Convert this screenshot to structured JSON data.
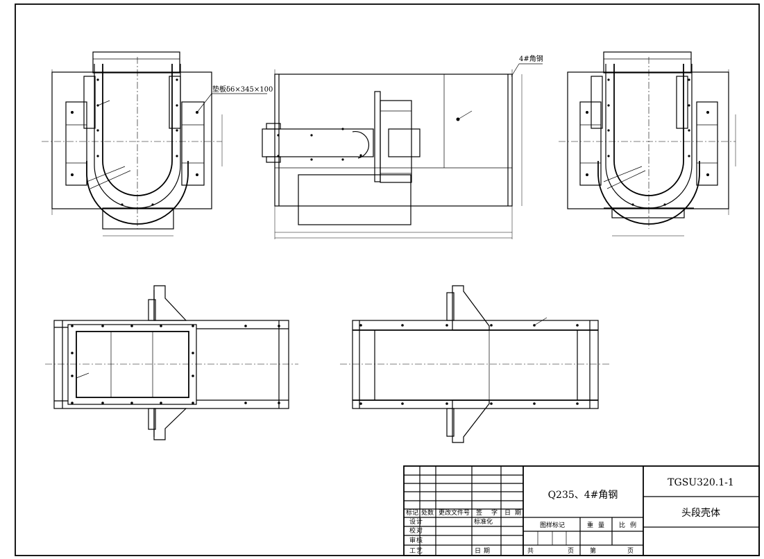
{
  "annotations": {
    "angle_steel_label": "4#角钢",
    "pad_plate_label": "垫板δ6×345×100"
  },
  "title_block": {
    "material": "Q235、4#角钢",
    "drawing_no": "TGSU320.1-1",
    "part_name": "头段壳体",
    "rev_headers": [
      "标记",
      "处数",
      "更改文件号",
      "签",
      "字",
      "日",
      "期"
    ],
    "roles": [
      "设",
      "计",
      "校",
      "对",
      "审",
      "核",
      "工",
      "艺"
    ],
    "standardization": "标准化",
    "date_label": "日",
    "date_label2": "期",
    "pattern_mark": "图样标记",
    "weight": "重",
    "weight2": "量",
    "scale": "比",
    "scale2": "例",
    "total": "共",
    "page": "页",
    "sheet": "第",
    "page2": "页"
  }
}
